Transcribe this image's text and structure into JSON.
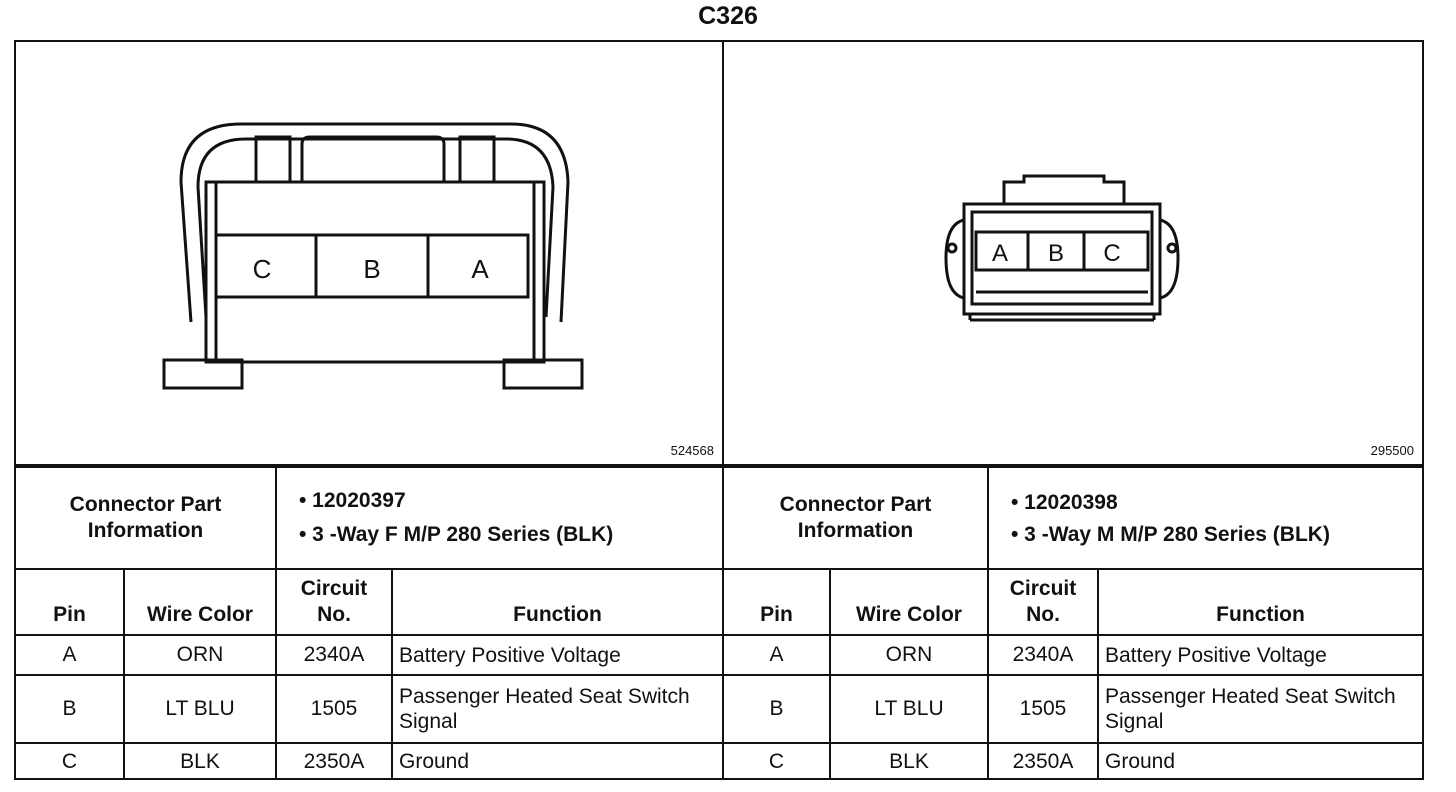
{
  "title": "C326",
  "connectors": [
    {
      "ref_number": "524568",
      "pin_labels": [
        "C",
        "B",
        "A"
      ],
      "info_label": "Connector Part Information",
      "part_lines": [
        "• 12020397",
        "• 3 -Way F M/P 280 Series (BLK)"
      ],
      "headers": {
        "pin": "Pin",
        "wire_color": "Wire Color",
        "circuit": "Circuit No.",
        "function": "Function"
      },
      "rows": [
        {
          "pin": "A",
          "wire": "ORN",
          "circuit": "2340A",
          "function": "Battery Positive Voltage"
        },
        {
          "pin": "B",
          "wire": "LT BLU",
          "circuit": "1505",
          "function": "Passenger Heated Seat Switch Signal"
        },
        {
          "pin": "C",
          "wire": "BLK",
          "circuit": "2350A",
          "function": "Ground"
        }
      ]
    },
    {
      "ref_number": "295500",
      "pin_labels": [
        "A",
        "B",
        "C"
      ],
      "info_label": "Connector Part Information",
      "part_lines": [
        "• 12020398",
        "• 3 -Way M M/P 280 Series (BLK)"
      ],
      "headers": {
        "pin": "Pin",
        "wire_color": "Wire Color",
        "circuit": "Circuit No.",
        "function": "Function"
      },
      "rows": [
        {
          "pin": "A",
          "wire": "ORN",
          "circuit": "2340A",
          "function": "Battery Positive Voltage"
        },
        {
          "pin": "B",
          "wire": "LT BLU",
          "circuit": "1505",
          "function": "Passenger Heated Seat Switch Signal"
        },
        {
          "pin": "C",
          "wire": "BLK",
          "circuit": "2350A",
          "function": "Ground"
        }
      ]
    }
  ]
}
